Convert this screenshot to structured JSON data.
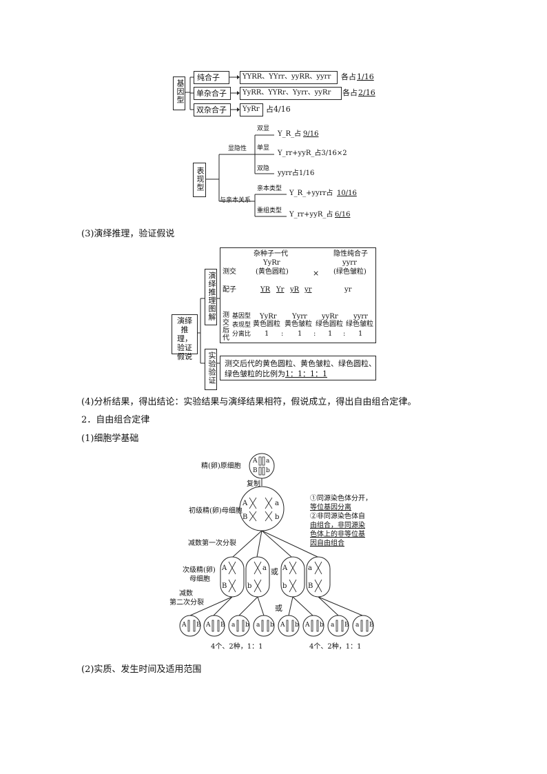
{
  "genotype": {
    "root": "基因型",
    "pure_label": "纯合子",
    "pure_items": "YYRR、YYrr、yyRR、yyrr",
    "pure_note_prefix": "各占",
    "pure_note_value": "1/16",
    "single_label": "单杂合子",
    "single_items": "YyRR、YYRr、Yyrr、yyRr",
    "single_note_prefix": "各占",
    "single_note_value": "2/16",
    "double_label": "双杂合子",
    "double_items": "YyRr",
    "double_note": "占4/16"
  },
  "phenotype": {
    "root": "表现型",
    "dominance": "显隐性",
    "double_dom": "双显",
    "double_dom_value_prefix": "Y_R_占",
    "double_dom_value": "9/16",
    "single_dom": "单显",
    "single_dom_value": "Y_rr+yyR_占3/16×2",
    "double_rec": "双隐",
    "double_rec_value": "yyrr占1/16",
    "relation": "与亲本关系",
    "parental": "亲本类型",
    "parental_value_prefix": "Y_R_+yyrr占",
    "parental_value": "10/16",
    "recombinant": "重组类型",
    "recombinant_value_prefix": "Y_rr+yyR_占",
    "recombinant_value": "6/16"
  },
  "section3_title": "(3)演绎推理，验证假说",
  "deduction": {
    "root": "演绎推理，验证假说",
    "diagram_label": "演绎推理图解",
    "verify_label": "实验验证",
    "testcross": "测交",
    "f1_title": "杂种子一代",
    "f1_genotype": "YyRr",
    "f1_phenotype": "(黄色圆粒)",
    "cross_sign": "×",
    "rec_title": "隐性纯合子",
    "rec_genotype": "yyrr",
    "rec_phenotype": "(绿色皱粒)",
    "gamete": "配子",
    "gametes_f1": [
      "YR",
      "Yr",
      "yR",
      "yr"
    ],
    "gamete_rec": "yr",
    "offspring": "测交后代",
    "row_genotype": "基因型",
    "row_phenotype": "表现型",
    "row_ratio": "分离比",
    "off_genotypes": [
      "YyRr",
      "Yyrr",
      "yyRr",
      "yyrr"
    ],
    "off_phenotypes": [
      "黄色圆粒",
      "黄色皱粒",
      "绿色圆粒",
      "绿色皱粒"
    ],
    "ratio_values": [
      "1",
      "1",
      "1",
      "1"
    ],
    "ratio_sep": ":",
    "verify_text_1": "测交后代的黄色圆粒、黄色皱粒、绿色圆粒、",
    "verify_text_2_prefix": "绿色皱粒的比例为",
    "verify_text_2_value": "1：1：1：1"
  },
  "section4_text": "(4)分析结果，得出结论：实验结果与演绎结果相符，假说成立，得出自由组合定律。",
  "section2_title": "2．自由组合定律",
  "section2_1_title": "(1)细胞学基础",
  "meiosis": {
    "primordial": "精(卵)原细胞",
    "replication": "复制",
    "primary": "初级精(卵)母细胞",
    "note_1": "①同源染色体分开，",
    "note_2": "等位基因分离",
    "note_3": "②非同源染色体自",
    "note_4": "由组合，非同源染",
    "note_5": "色体上的非等位基",
    "note_6": "因自由组合",
    "division1": "减数第一次分裂",
    "secondary_1": "次级精(卵)",
    "secondary_2": "母细胞",
    "or_label": "或",
    "division2_1": "减数",
    "division2_2": "第二次分裂",
    "result_left": "4个、2种，1：1",
    "result_right": "4个、2种，1：1",
    "alleles": [
      "A",
      "a",
      "B",
      "b"
    ]
  },
  "section2_2_title": "(2)实质、发生时间及适用范围"
}
